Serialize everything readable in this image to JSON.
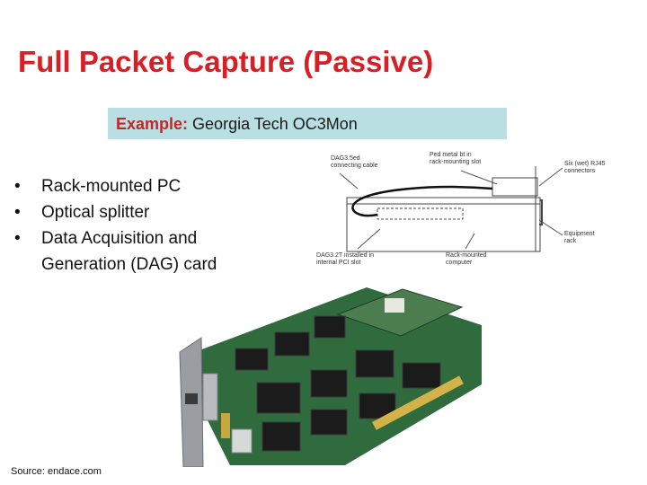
{
  "slide": {
    "title": "Full Packet Capture (Passive)",
    "example_label": "Example:",
    "example_text": " Georgia Tech OC3Mon",
    "bullets": [
      {
        "line1": "Rack-mounted PC"
      },
      {
        "line1": "Optical splitter"
      },
      {
        "line1": "Data Acquisition and",
        "line2": "Generation (DAG) card"
      }
    ],
    "bullet_char": "•",
    "source": "Source: endace.com"
  },
  "diagram": {
    "labels": {
      "dag_cable": [
        "DAG3.5ed",
        "connecting cable"
      ],
      "bracket": [
        "Ped metal bt in",
        "rack-mounting slot"
      ],
      "connectors": [
        "Six (wet) RJ45",
        "connectors"
      ],
      "installed": [
        "DAG3.2T installed in",
        "internal PCI slot"
      ],
      "computer": [
        "Rack-mounted",
        "computer"
      ],
      "equipment": [
        "Equipment",
        "rack"
      ]
    }
  },
  "colors": {
    "title": "#d81f26",
    "example_bg": "#b9dfe3",
    "example_label": "#c0282a",
    "board_green": "#2f6b3d"
  },
  "icons": {
    "bullet": "bullet-dot-icon"
  }
}
